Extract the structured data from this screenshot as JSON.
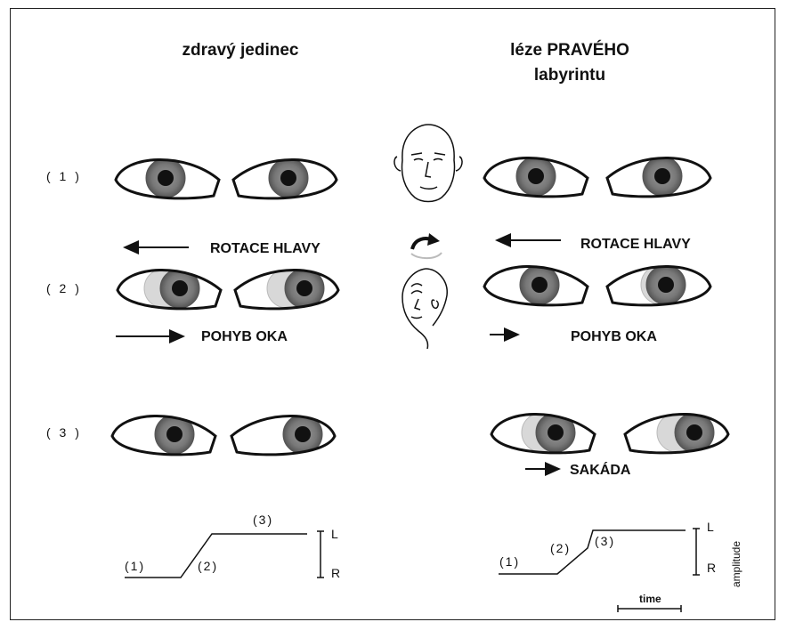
{
  "titles": {
    "left": "zdravý jedinec",
    "right_line1": "léze PRAVÉHO",
    "right_line2": "labyrintu"
  },
  "rows": {
    "r1": "( 1 )",
    "r2": "( 2 )",
    "r3": "( 3 )"
  },
  "left": {
    "rotation": "ROTACE HLAVY",
    "eye_motion": "POHYB OKA"
  },
  "right": {
    "rotation": "ROTACE HLAVY",
    "eye_motion": "POHYB OKA",
    "saccade": "SAKÁDA"
  },
  "graph_left": {
    "seg1": "(1)",
    "seg2": "(2)",
    "seg3": "(3)",
    "axis_top": "L",
    "axis_bottom": "R"
  },
  "graph_right": {
    "seg1": "(1)",
    "seg2": "(2)",
    "seg3": "(3)",
    "axis_top": "L",
    "axis_bottom": "R",
    "amplitude": "amplitude",
    "time": "time"
  },
  "colors": {
    "ink": "#111111",
    "iris": "#7a7a7a",
    "iris_ghost": "#d0d0d0",
    "pupil": "#111111"
  }
}
